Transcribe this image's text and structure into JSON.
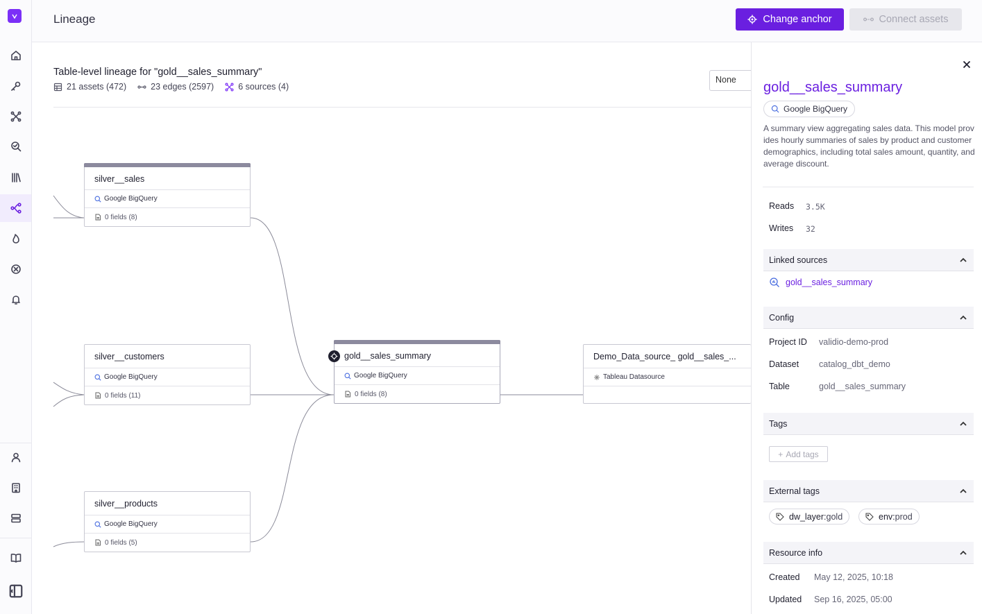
{
  "header": {
    "title": "Lineage",
    "change_anchor": "Change anchor",
    "connect_assets": "Connect assets"
  },
  "lineage": {
    "title": "Table-level lineage for \"gold__sales_summary\"",
    "assets": "21 assets (472)",
    "edges": "23 edges (2597)",
    "sources": "6 sources (4)",
    "select_value": "None"
  },
  "nodes": [
    {
      "title": "silver__sales",
      "source": "Google BigQuery",
      "fields": "0 fields (8)"
    },
    {
      "title": "silver__customers",
      "source": "Google BigQuery",
      "fields": "0 fields (11)"
    },
    {
      "title": "silver__products",
      "source": "Google BigQuery",
      "fields": "0 fields (5)"
    },
    {
      "title": "gold__sales_summary",
      "source": "Google BigQuery",
      "fields": "0 fields (8)"
    },
    {
      "title": "Demo_Data_source_ gold__sales_...",
      "source": "Tableau Datasource"
    }
  ],
  "panel": {
    "title": "gold__sales_summary",
    "source_chip": "Google BigQuery",
    "description": "A summary view aggregating sales data. This model provides hourly summaries of sales by product and customer demographics, including total sales amount, quantity, and average discount.",
    "reads_label": "Reads",
    "reads_value": "3.5K",
    "writes_label": "Writes",
    "writes_value": "32",
    "linked_sources": {
      "heading": "Linked sources",
      "item": "gold__sales_summary"
    },
    "config": {
      "heading": "Config",
      "rows": [
        {
          "label": "Project ID",
          "value": "validio-demo-prod"
        },
        {
          "label": "Dataset",
          "value": "catalog_dbt_demo"
        },
        {
          "label": "Table",
          "value": "gold__sales_summary"
        }
      ]
    },
    "tags": {
      "heading": "Tags",
      "add_label": "Add tags"
    },
    "external_tags": {
      "heading": "External tags",
      "items": [
        {
          "key": "dw_layer",
          "value": "gold"
        },
        {
          "key": "env",
          "value": "prod"
        }
      ]
    },
    "resource_info": {
      "heading": "Resource info",
      "created_label": "Created",
      "created_value": "May 12, 2025, 10:18",
      "updated_label": "Updated",
      "updated_value": "Sep 16, 2025, 05:00"
    }
  },
  "colors": {
    "accent": "#6a1fe0",
    "node_bar": "#8c8a9e"
  }
}
